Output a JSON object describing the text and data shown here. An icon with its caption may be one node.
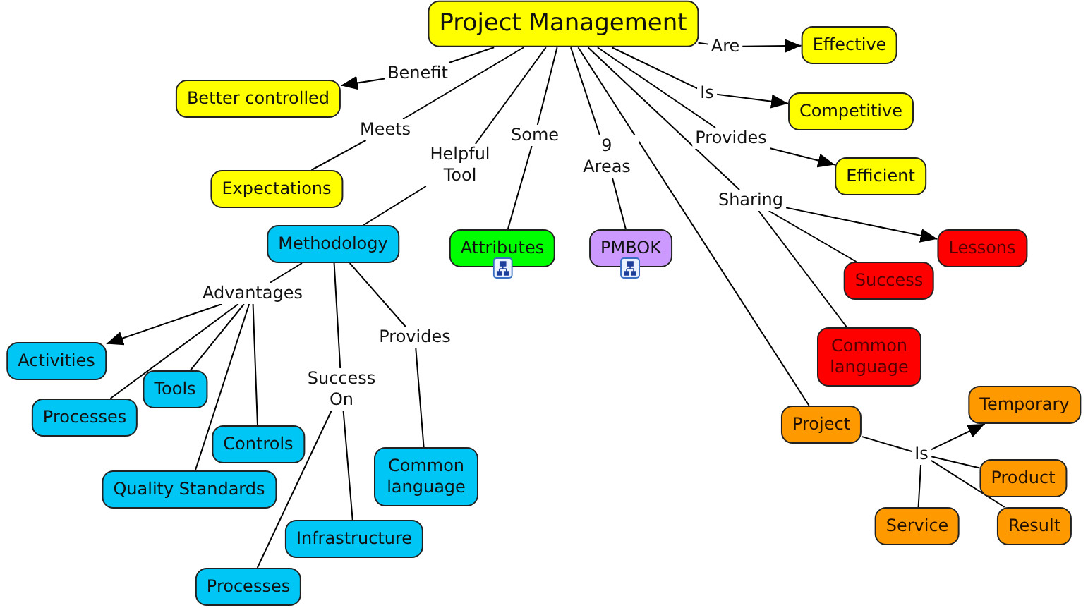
{
  "diagram": {
    "nodes": [
      {
        "text": [
          "Project Management"
        ]
      },
      {
        "text": [
          "Better controlled"
        ]
      },
      {
        "text": [
          "Effective"
        ]
      },
      {
        "text": [
          "Competitive"
        ]
      },
      {
        "text": [
          "Expectations"
        ]
      },
      {
        "text": [
          "Efficient"
        ]
      },
      {
        "text": [
          "Methodology"
        ]
      },
      {
        "text": [
          "Attributes"
        ]
      },
      {
        "text": [
          "PMBOK"
        ]
      },
      {
        "text": [
          "Lessons"
        ]
      },
      {
        "text": [
          "Success"
        ]
      },
      {
        "text": [
          "Common language"
        ]
      },
      {
        "text": [
          "Activities"
        ]
      },
      {
        "text": [
          "Tools"
        ]
      },
      {
        "text": [
          "Processes"
        ]
      },
      {
        "text": [
          "Controls"
        ]
      },
      {
        "text": [
          "Quality Standards"
        ]
      },
      {
        "text": [
          "Common language"
        ]
      },
      {
        "text": [
          "Project"
        ]
      },
      {
        "text": [
          "Temporary"
        ]
      },
      {
        "text": [
          "Product"
        ]
      },
      {
        "text": [
          "Infrastructure"
        ]
      },
      {
        "text": [
          "Service"
        ]
      },
      {
        "text": [
          "Result"
        ]
      },
      {
        "text": [
          "Processes"
        ]
      },
      {
        "text": [
          "Benefit"
        ]
      },
      {
        "text": [
          "Meets"
        ]
      },
      {
        "text": [
          "Helpful Tool"
        ]
      },
      {
        "text": [
          "Some"
        ]
      },
      {
        "text": [
          "9 Areas"
        ]
      },
      {
        "text": [
          "Are"
        ]
      },
      {
        "text": [
          "Is"
        ]
      },
      {
        "text": [
          "Provides"
        ]
      },
      {
        "text": [
          "Sharing"
        ]
      },
      {
        "text": [
          "Advantages"
        ]
      },
      {
        "text": [
          "Success On"
        ]
      },
      {
        "text": [
          "Provides"
        ]
      },
      {
        "text": [
          "Is"
        ]
      }
    ],
    "edges": [
      {
        "from": 0,
        "to": 25,
        "arrow": "none"
      },
      {
        "from": 25,
        "to": 1,
        "arrow": "to"
      },
      {
        "from": 0,
        "to": 26,
        "arrow": "none"
      },
      {
        "from": 26,
        "to": 4,
        "arrow": "none"
      },
      {
        "from": 0,
        "to": 27,
        "arrow": "none"
      },
      {
        "from": 27,
        "to": 6,
        "arrow": "none"
      },
      {
        "from": 0,
        "to": 28,
        "arrow": "none"
      },
      {
        "from": 28,
        "to": 7,
        "arrow": "none"
      },
      {
        "from": 0,
        "to": 29,
        "arrow": "none"
      },
      {
        "from": 29,
        "to": 8,
        "arrow": "none"
      },
      {
        "from": 0,
        "to": 30,
        "arrow": "none"
      },
      {
        "from": 30,
        "to": 2,
        "arrow": "to"
      },
      {
        "from": 0,
        "to": 31,
        "arrow": "none"
      },
      {
        "from": 31,
        "to": 3,
        "arrow": "to"
      },
      {
        "from": 0,
        "to": 32,
        "arrow": "none"
      },
      {
        "from": 32,
        "to": 5,
        "arrow": "to"
      },
      {
        "from": 0,
        "to": 33,
        "arrow": "none"
      },
      {
        "from": 33,
        "to": 9,
        "arrow": "to"
      },
      {
        "from": 33,
        "to": 10,
        "arrow": "none"
      },
      {
        "from": 33,
        "to": 11,
        "arrow": "none"
      },
      {
        "from": 0,
        "to": 18,
        "arrow": "none"
      },
      {
        "from": 6,
        "to": 34,
        "arrow": "none"
      },
      {
        "from": 34,
        "to": 12,
        "arrow": "to"
      },
      {
        "from": 34,
        "to": 14,
        "arrow": "none"
      },
      {
        "from": 34,
        "to": 13,
        "arrow": "none"
      },
      {
        "from": 34,
        "to": 16,
        "arrow": "none"
      },
      {
        "from": 34,
        "to": 15,
        "arrow": "none"
      },
      {
        "from": 6,
        "to": 35,
        "arrow": "none"
      },
      {
        "from": 35,
        "to": 24,
        "arrow": "none"
      },
      {
        "from": 35,
        "to": 21,
        "arrow": "none"
      },
      {
        "from": 6,
        "to": 36,
        "arrow": "none"
      },
      {
        "from": 36,
        "to": 17,
        "arrow": "none"
      },
      {
        "from": 18,
        "to": 37,
        "arrow": "none"
      },
      {
        "from": 37,
        "to": 19,
        "arrow": "to"
      },
      {
        "from": 37,
        "to": 20,
        "arrow": "none"
      },
      {
        "from": 37,
        "to": 23,
        "arrow": "none"
      },
      {
        "from": 37,
        "to": 22,
        "arrow": "none"
      }
    ]
  }
}
